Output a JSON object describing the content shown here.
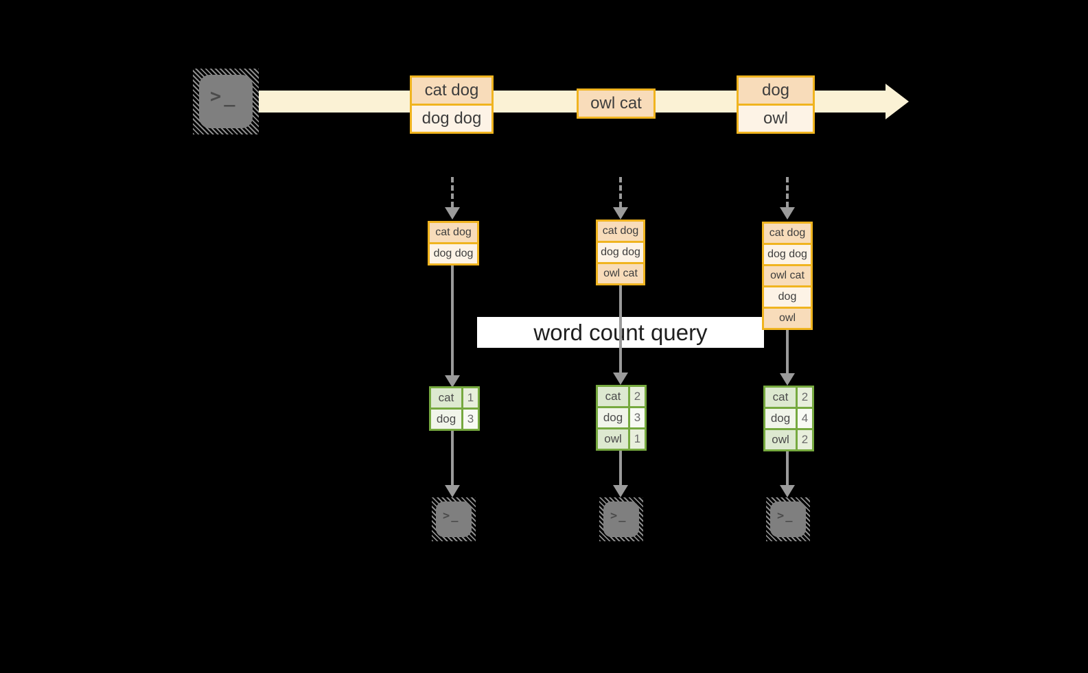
{
  "diagram_title": "word count query",
  "query_band": {
    "label": "word count query"
  },
  "timeline": {
    "events": [
      {
        "rows": [
          "cat dog",
          "dog dog"
        ]
      },
      {
        "rows": [
          "owl cat"
        ]
      },
      {
        "rows": [
          "dog",
          "owl"
        ]
      }
    ]
  },
  "micro_batches": [
    {
      "rows": [
        "cat dog",
        "dog dog"
      ]
    },
    {
      "rows": [
        "cat dog",
        "dog dog",
        "owl cat"
      ]
    },
    {
      "rows": [
        "cat dog",
        "dog dog",
        "owl cat",
        "dog",
        "owl"
      ]
    }
  ],
  "result_tables": [
    {
      "rows": [
        {
          "word": "cat",
          "count": "1"
        },
        {
          "word": "dog",
          "count": "3"
        }
      ]
    },
    {
      "rows": [
        {
          "word": "cat",
          "count": "2"
        },
        {
          "word": "dog",
          "count": "3"
        },
        {
          "word": "owl",
          "count": "1"
        }
      ]
    },
    {
      "rows": [
        {
          "word": "cat",
          "count": "2"
        },
        {
          "word": "dog",
          "count": "4"
        },
        {
          "word": "owl",
          "count": "2"
        }
      ]
    }
  ],
  "icons": {
    "source": "terminal-icon",
    "sinks": [
      "terminal-icon",
      "terminal-icon",
      "terminal-icon"
    ],
    "glyph": ">_"
  },
  "colors": {
    "background": "#000000",
    "stream_band": "#fbf2d5",
    "event_border": "#f0b41f",
    "event_row_dark": "#f8dcba",
    "event_row_light": "#fdf3e6",
    "table_border": "#76a93f",
    "table_cell_green": "#dde9d0",
    "table_cell_white": "#f1f5ea",
    "connector_gray": "#9b9b9b",
    "text_dark": "#3d3d3d",
    "query_band_bg": "#ffffff"
  }
}
